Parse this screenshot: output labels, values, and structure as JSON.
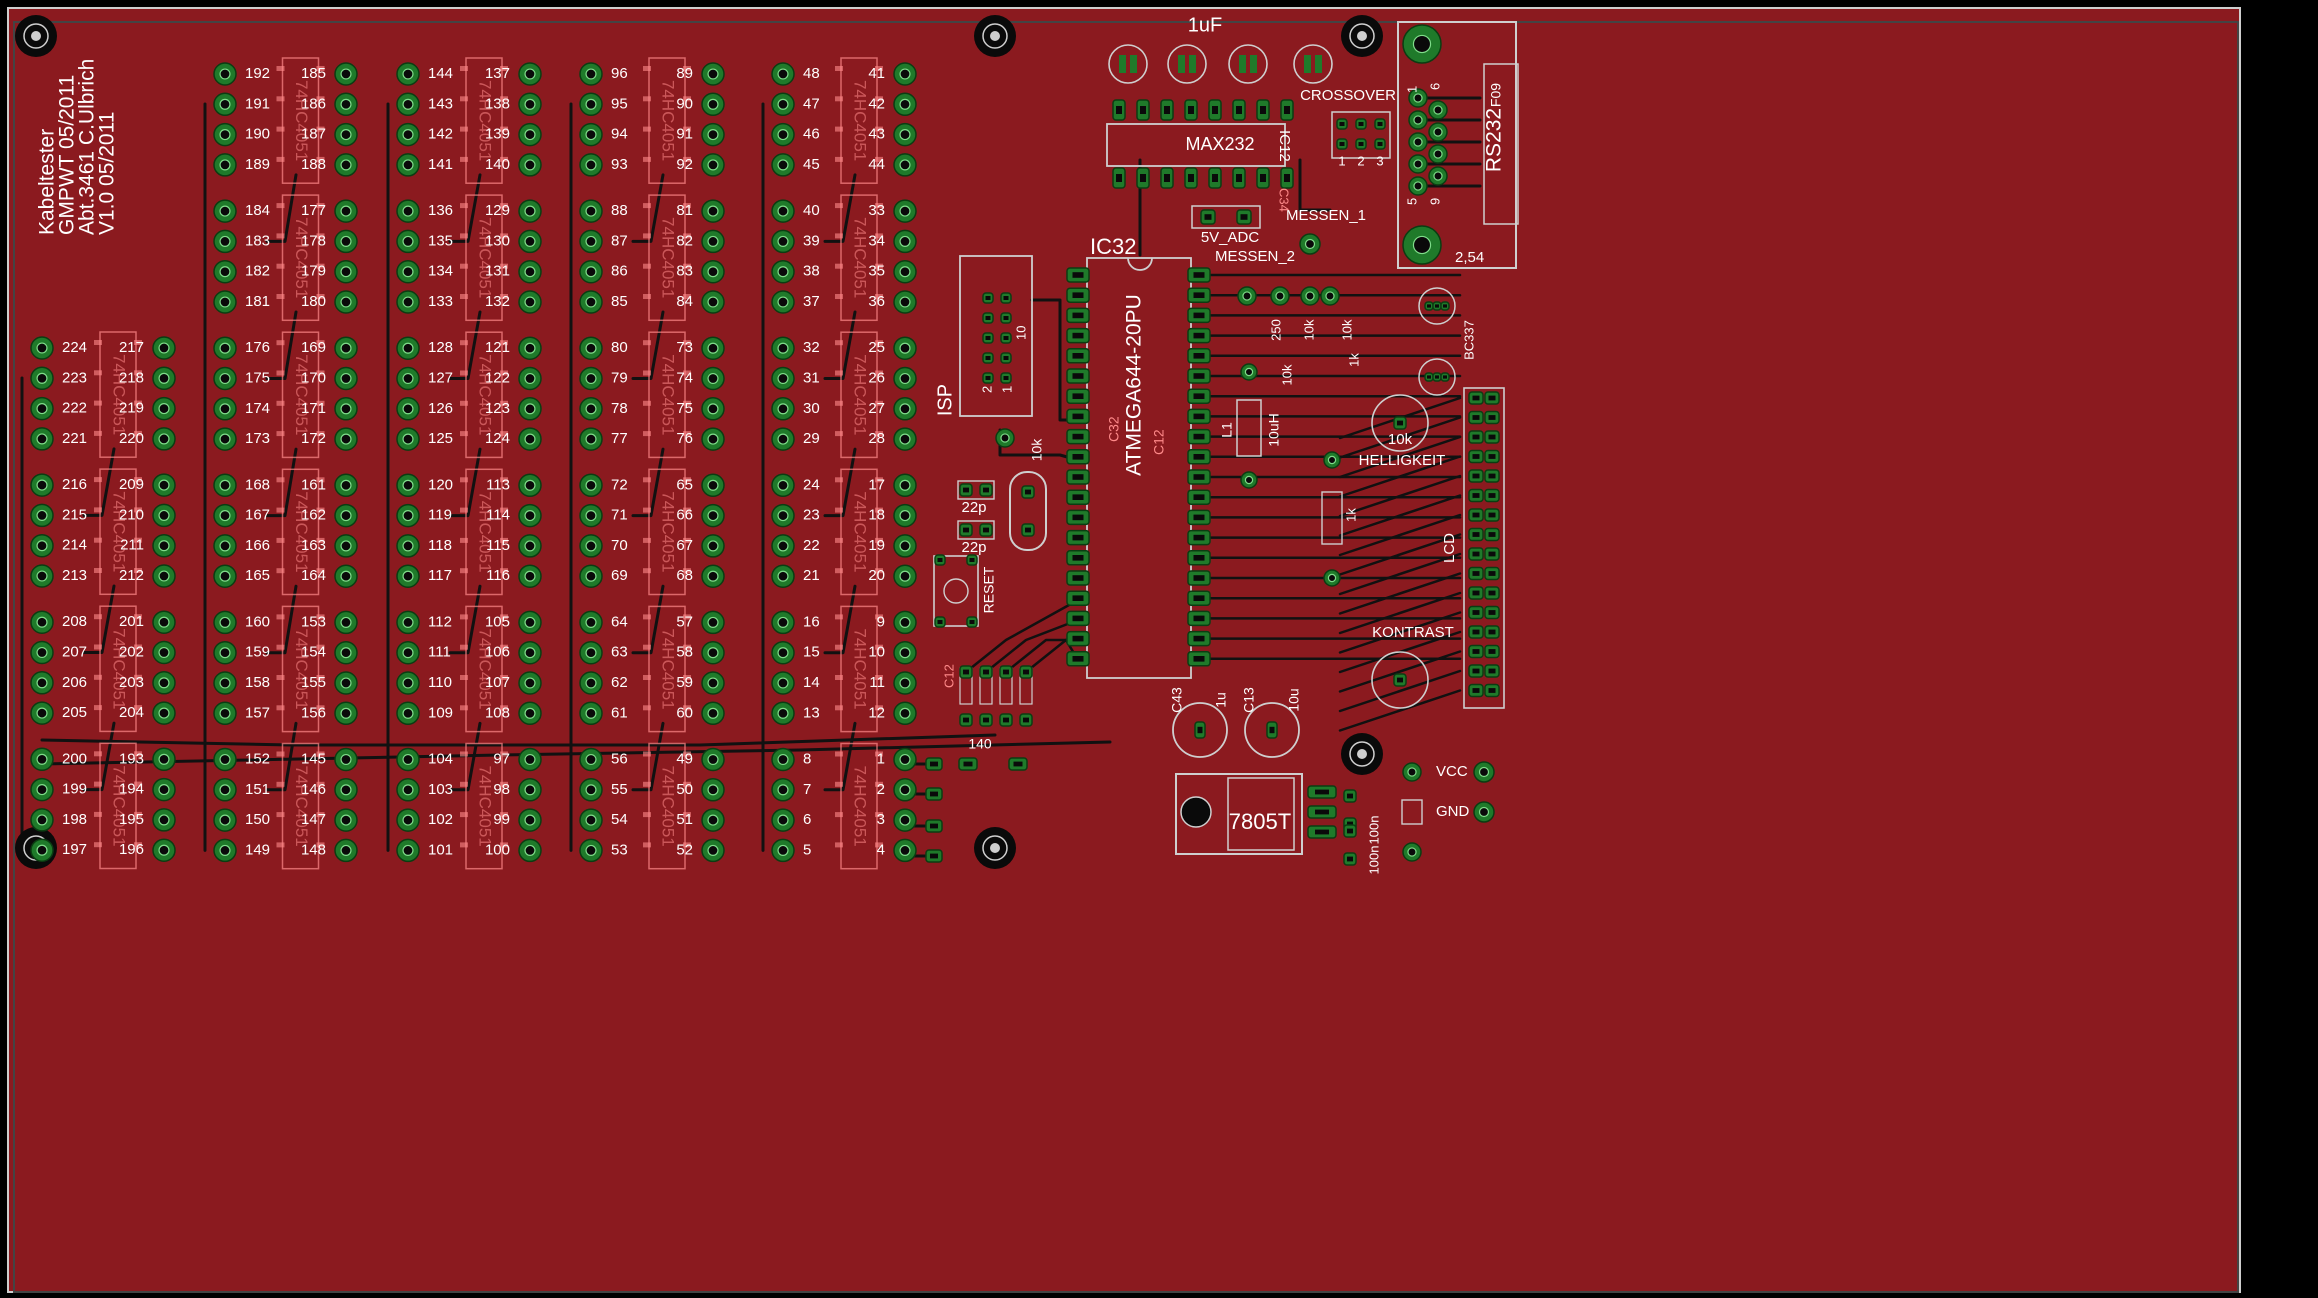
{
  "board": {
    "credits": [
      "Kabeltester",
      "GMPWT 05/2011",
      "Abt.3461 C.Ulbrich",
      "V1.0      05/2011"
    ],
    "colors": {
      "board": "#8b1a1f",
      "pad": "#1f7a2a",
      "trace": "#111111",
      "text": "#ffffff",
      "ghost": "#ff8a8a"
    }
  },
  "pin_columns": [
    {
      "left": [
        224,
        223,
        222,
        221,
        216,
        215,
        214,
        213,
        208,
        207,
        206,
        205,
        200,
        199,
        198,
        197
      ],
      "right": [
        217,
        218,
        219,
        220,
        209,
        210,
        211,
        212,
        201,
        202,
        203,
        204,
        193,
        194,
        195,
        196
      ]
    },
    {
      "left": [
        192,
        191,
        190,
        189,
        184,
        183,
        182,
        181,
        176,
        175,
        174,
        173,
        168,
        167,
        166,
        165,
        160,
        159,
        158,
        157,
        152,
        151,
        150,
        149
      ],
      "right": [
        185,
        186,
        187,
        188,
        177,
        178,
        179,
        180,
        169,
        170,
        171,
        172,
        161,
        162,
        163,
        164,
        153,
        154,
        155,
        156,
        145,
        146,
        147,
        148
      ]
    },
    {
      "left": [
        144,
        143,
        142,
        141,
        136,
        135,
        134,
        133,
        128,
        127,
        126,
        125,
        120,
        119,
        118,
        117,
        112,
        111,
        110,
        109,
        104,
        103,
        102,
        101
      ],
      "right": [
        137,
        138,
        139,
        140,
        129,
        130,
        131,
        132,
        121,
        122,
        123,
        124,
        113,
        114,
        115,
        116,
        105,
        106,
        107,
        108,
        97,
        98,
        99,
        100
      ]
    },
    {
      "left": [
        96,
        95,
        94,
        93,
        88,
        87,
        86,
        85,
        80,
        79,
        78,
        77,
        72,
        71,
        70,
        69,
        64,
        63,
        62,
        61,
        56,
        55,
        54,
        53
      ],
      "right": [
        89,
        90,
        91,
        92,
        81,
        82,
        83,
        84,
        73,
        74,
        75,
        76,
        65,
        66,
        67,
        68,
        57,
        58,
        59,
        60,
        49,
        50,
        51,
        52
      ]
    },
    {
      "left": [
        48,
        47,
        46,
        45,
        40,
        39,
        38,
        37,
        32,
        31,
        30,
        29,
        24,
        23,
        22,
        21,
        16,
        15,
        14,
        13,
        8,
        7,
        6,
        5
      ],
      "right": [
        41,
        42,
        43,
        44,
        33,
        34,
        35,
        36,
        25,
        26,
        27,
        28,
        17,
        18,
        19,
        20,
        9,
        10,
        11,
        12,
        1,
        2,
        3,
        4
      ]
    }
  ],
  "chip_marking": "74HC4051",
  "labels": {
    "cap_1uf": "1uF",
    "max232": "MAX232",
    "ic12": "IC12",
    "crossover": "CROSSOVER",
    "cross_pins": [
      "1",
      "2",
      "3"
    ],
    "rs232": "RS232",
    "f09": "F09",
    "sub_pins": [
      "1",
      "6",
      "5",
      "9"
    ],
    "pitch": "2,54",
    "messen_1": "MESSEN_1",
    "messen_2": "MESSEN_2",
    "adc": "5V_ADC",
    "c34": "C34",
    "ic32": "IC32",
    "mcu": "ATMEGA644-20PU",
    "isp": "ISP",
    "isp_pins": [
      "2",
      "1",
      "10"
    ],
    "r_10k": "10k",
    "r_250": "250",
    "r_1k": "1k",
    "bc337": "BC337",
    "l1": "L1",
    "l1_val": "10uH",
    "helligkeit": "HELLIGKEIT",
    "lcd": "LCD",
    "kontrast": "KONTRAST",
    "c22p": "22p",
    "reset": "RESET",
    "c32": "C32",
    "c12": "C12",
    "c43": "C43",
    "c13": "C13",
    "c1u": "1u",
    "c10u": "10u",
    "n140": "140",
    "reg": "7805T",
    "c100n": "100n",
    "vcc": "VCC",
    "gnd": "GND",
    "bottom_pins": [
      "1",
      "2",
      "3",
      "4"
    ]
  }
}
